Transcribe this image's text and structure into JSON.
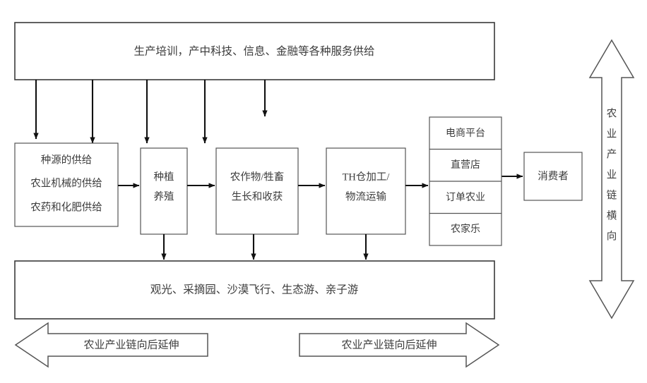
{
  "diagram": {
    "title_banner": {
      "label": "生产培训，产中科技、信息、金融等各种服务供给"
    },
    "bottom_banner": {
      "label": "观光、采摘园、沙漠飞行、生态游、亲子游"
    },
    "chain_boxes": [
      {
        "name": "inputs-supply",
        "lines": [
          "种源的供给",
          "农业机械的供给",
          "农药和化肥供给"
        ]
      },
      {
        "name": "planting-breeding",
        "lines": [
          "种植",
          "养殖"
        ]
      },
      {
        "name": "crop-growth-harvest",
        "lines": [
          "农作物/牲畜",
          "生长和收获"
        ]
      },
      {
        "name": "processing-logistics",
        "lines": [
          "TH仓加工/",
          "物流运输"
        ]
      }
    ],
    "channels": {
      "name": "sales-channels",
      "items": [
        "电商平台",
        "直营店",
        "订单农业",
        "农家乐"
      ]
    },
    "consumer_box": {
      "label": "消费者"
    },
    "vertical_arrow": {
      "label": "农业产业链横向",
      "characters": [
        "农",
        "业",
        "产",
        "业",
        "链",
        "横",
        "向"
      ]
    },
    "bottom_arrows": [
      {
        "name": "chain-extension-left",
        "label": "农业产业链向后延伸",
        "direction": "left"
      },
      {
        "name": "chain-extension-right",
        "label": "农业产业链向后延伸",
        "direction": "right"
      }
    ],
    "colors": {
      "line": "#3a3a3a",
      "text": "#3c3c3c",
      "connector": "#111111",
      "background": "#ffffff"
    }
  }
}
